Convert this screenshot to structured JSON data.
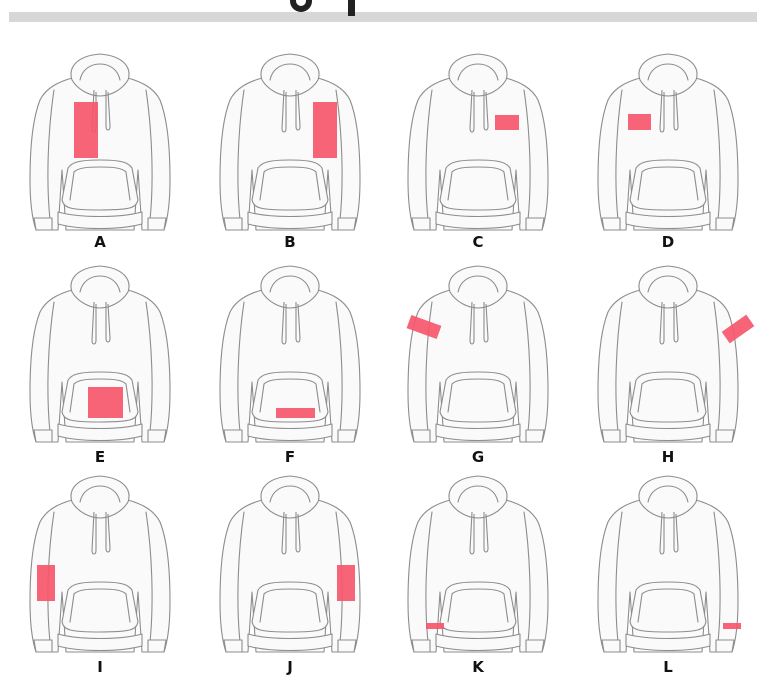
{
  "header": {
    "title_fragment": "g p"
  },
  "accent_color": "#f6576b",
  "placements": [
    {
      "label": "A",
      "icon": "hoodie-icon"
    },
    {
      "label": "B",
      "icon": "hoodie-icon"
    },
    {
      "label": "C",
      "icon": "hoodie-icon"
    },
    {
      "label": "D",
      "icon": "hoodie-icon"
    },
    {
      "label": "E",
      "icon": "hoodie-icon"
    },
    {
      "label": "F",
      "icon": "hoodie-icon"
    },
    {
      "label": "G",
      "icon": "hoodie-icon"
    },
    {
      "label": "H",
      "icon": "hoodie-icon"
    },
    {
      "label": "I",
      "icon": "hoodie-icon"
    },
    {
      "label": "J",
      "icon": "hoodie-icon"
    },
    {
      "label": "K",
      "icon": "hoodie-icon"
    },
    {
      "label": "L",
      "icon": "hoodie-icon"
    }
  ]
}
